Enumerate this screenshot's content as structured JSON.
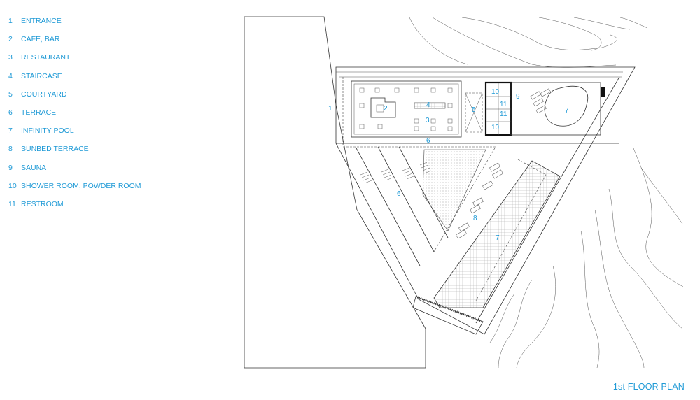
{
  "legend": [
    {
      "num": "1",
      "label": "ENTRANCE"
    },
    {
      "num": "2",
      "label": "CAFE, BAR"
    },
    {
      "num": "3",
      "label": "RESTAURANT"
    },
    {
      "num": "4",
      "label": "STAIRCASE"
    },
    {
      "num": "5",
      "label": "COURTYARD"
    },
    {
      "num": "6",
      "label": "TERRACE"
    },
    {
      "num": "7",
      "label": "INFINITY POOL"
    },
    {
      "num": "8",
      "label": "SUNBED TERRACE"
    },
    {
      "num": "9",
      "label": "SAUNA"
    },
    {
      "num": "10",
      "label": "SHOWER ROOM, POWDER ROOM"
    },
    {
      "num": "11",
      "label": "RESTROOM"
    }
  ],
  "caption": "1st FLOOR PLAN",
  "plan_labels": {
    "entrance": "1",
    "cafe_bar": "2",
    "restaurant": "3",
    "staircase": "4",
    "courtyard": "5",
    "terrace_a": "6",
    "terrace_b": "6",
    "pool_main": "7",
    "pool_small": "7",
    "sunbed_terrace": "8",
    "sauna": "9",
    "shower_a": "10",
    "shower_b": "10",
    "restroom_a": "11",
    "restroom_b": "11"
  },
  "colors": {
    "accent": "#1f9ad6",
    "line": "#333333"
  }
}
